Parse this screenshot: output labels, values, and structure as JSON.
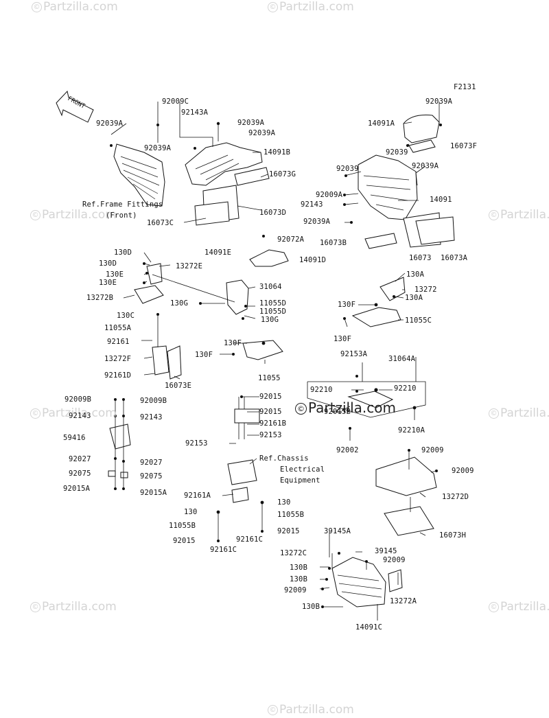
{
  "figure_code": "F2131",
  "front_label": "FRONT",
  "watermark": "Partzilla.com",
  "watermark_mark": "©",
  "callouts": {
    "c1": "92039A",
    "c2": "92009C",
    "c3": "92143A",
    "c4": "92039A",
    "c5": "92039A",
    "c6": "92039A",
    "c7": "14091B",
    "c8": "16073G",
    "c9": "16073D",
    "c10": "16073C",
    "c11": "92039A",
    "c12": "14091A",
    "c13": "16073F",
    "c14": "92039A",
    "c15": "92039",
    "c16": "92039",
    "c17": "92009A",
    "c18": "92143",
    "c19": "14091",
    "c20": "92039A",
    "c21": "16073B",
    "c22": "16073",
    "c23": "16073A",
    "c24": "92072A",
    "c25": "14091E",
    "c26": "14091D",
    "c27": "130D",
    "c28": "130D",
    "c29": "13272E",
    "c30": "130E",
    "c31": "130E",
    "c32": "13272B",
    "c33": "31064",
    "c34": "130G",
    "c35": "11055D",
    "c36": "11055D",
    "c37": "130G",
    "c38": "130C",
    "c39": "11055A",
    "c40": "92161",
    "c41": "13272F",
    "c42": "92161D",
    "c43": "16073E",
    "c44": "130F",
    "c45": "130F",
    "c46": "11055",
    "c47": "130A",
    "c48": "13272",
    "c49": "130A",
    "c50": "130F",
    "c51": "11055C",
    "c52": "130F",
    "c53": "92153A",
    "c54": "31064A",
    "c55": "92210",
    "c56": "92210",
    "c57": "92015B",
    "c58": "92210A",
    "c59": "92002",
    "c60": "92009B",
    "c61": "92009B",
    "c62": "92143",
    "c63": "92143",
    "c64": "59416",
    "c65": "92027",
    "c66": "92027",
    "c67": "92075",
    "c68": "92075",
    "c69": "92015A",
    "c70": "92015A",
    "c71": "92015",
    "c72": "92015",
    "c73": "92161B",
    "c74": "92153",
    "c75": "92153",
    "c76": "92161A",
    "c77": "130",
    "c78": "130",
    "c79": "11055B",
    "c80": "11055B",
    "c81": "92015",
    "c82": "92015",
    "c83": "92161C",
    "c84": "92161C",
    "c85": "92009",
    "c86": "92009",
    "c87": "13272D",
    "c88": "16073H",
    "c89": "39145A",
    "c90": "39145",
    "c91": "13272C",
    "c92": "92009",
    "c93": "130B",
    "c94": "130B",
    "c95": "92009",
    "c96": "130B",
    "c97": "13272A",
    "c98": "14091C"
  },
  "references": {
    "frame_fittings_1": "Ref.Frame Fittings",
    "frame_fittings_2": "(Front)",
    "chassis_1": "Ref.Chassis",
    "chassis_2": "Electrical",
    "chassis_3": "Equipment"
  }
}
